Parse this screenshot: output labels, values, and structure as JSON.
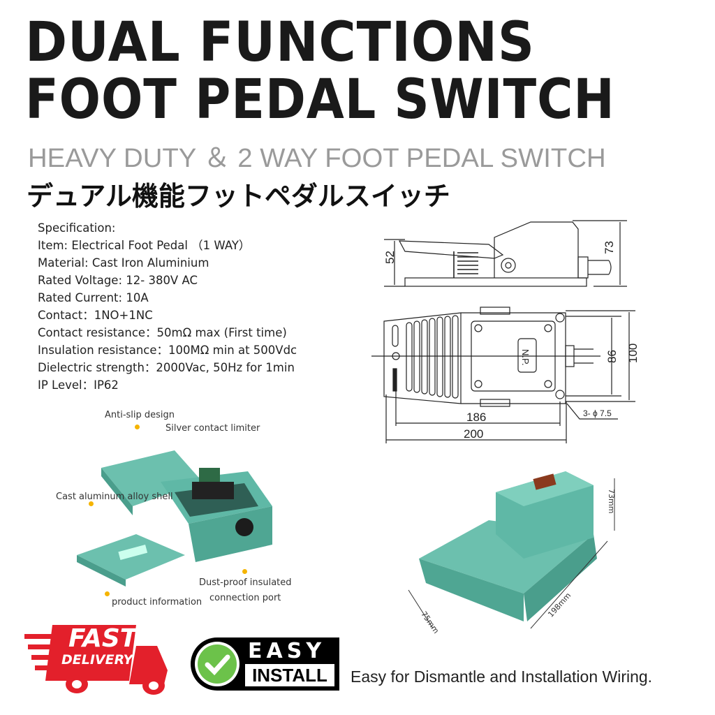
{
  "header": {
    "title_line1": "DUAL FUNCTIONS",
    "title_line2": "FOOT PEDAL SWITCH",
    "subtitle": "HEAVY DUTY ＆ 2 WAY FOOT PEDAL SWITCH",
    "japanese": "デュアル機能フットペダルスイッチ"
  },
  "specs": [
    "Specification:",
    "Item: Electrical Foot Pedal （1 WAY）",
    "Material: Cast Iron Aluminium",
    "Rated Voltage: 12- 380V AC",
    "Rated Current: 10A",
    "Contact：1NO+1NC",
    "Contact resistance：50mΩ max (First time)",
    "Insulation resistance：100MΩ min at 500Vdc",
    "Dielectric strength：2000Vac, 50Hz for 1min",
    "IP Level：IP62"
  ],
  "drawing": {
    "height_pedal": "52",
    "height_total": "73",
    "width_inner": "86",
    "width_outer": "100",
    "length_inner": "186",
    "length_outer": "200",
    "holes": "3- ϕ 7.5",
    "plate": "N.P."
  },
  "features": {
    "anti_slip": "Anti-slip design",
    "limiter": "Silver contact limiter",
    "shell": "Cast aluminum alloy shell",
    "port_line1": "Dust-proof insulated",
    "port_line2": "connection port",
    "product_info": "product information"
  },
  "photo_dims": {
    "height": "73mm",
    "length": "198mm",
    "width": "75mm"
  },
  "badges": {
    "fast": "FAST",
    "delivery": "DELIVERY",
    "easy": "EASY",
    "install": "INSTALL",
    "easy_text": "Easy for Dismantle and Installation Wiring."
  },
  "colors": {
    "teal": "#5fb8a6",
    "red": "#e3202b",
    "green": "#6cc24a"
  }
}
